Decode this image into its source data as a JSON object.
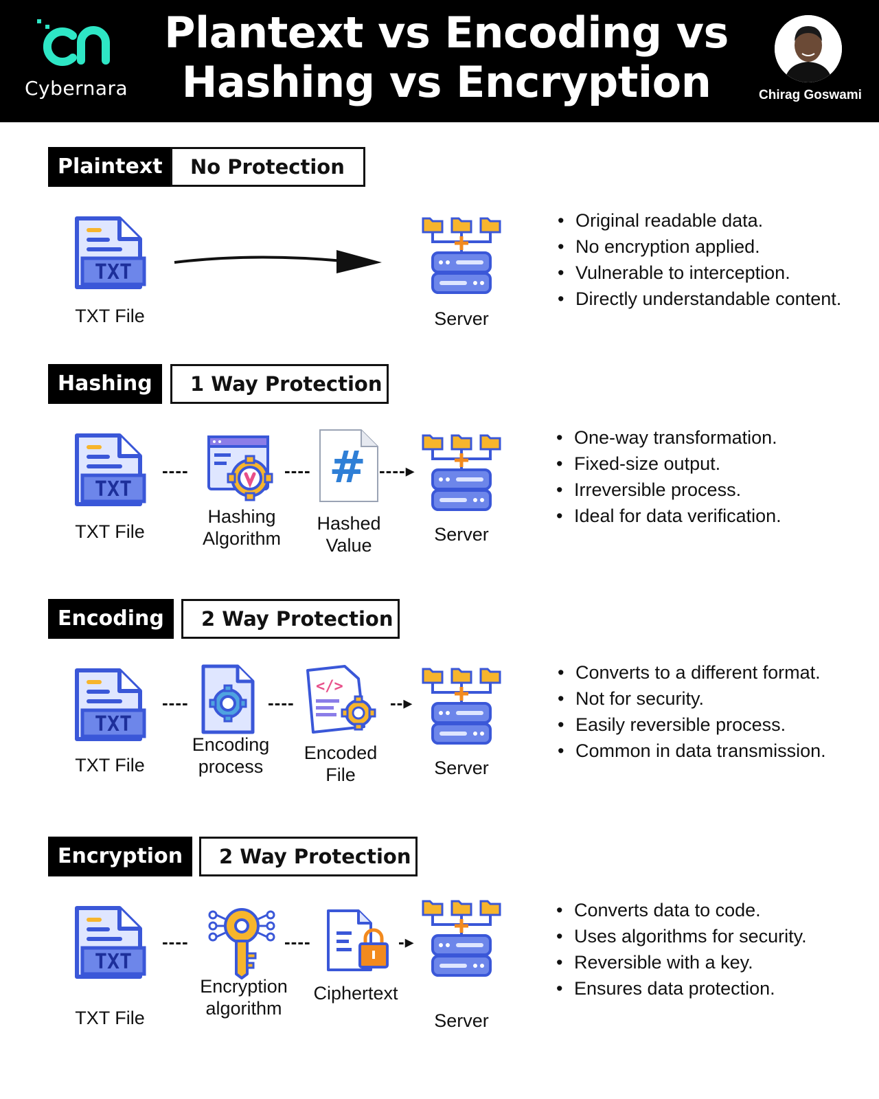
{
  "header": {
    "logo_text": "Cybernara",
    "title_line1": "Plantext vs Encoding vs",
    "title_line2": "Hashing vs Encryption",
    "author": "Chirag Goswami"
  },
  "colors": {
    "header_bg": "#000000",
    "logo_accent": "#2ee6c5",
    "icon_blue": "#3a57d8",
    "icon_yellow": "#f7b52c",
    "icon_orange": "#f28a1e",
    "icon_light": "#dfe6ff"
  },
  "sections": [
    {
      "tag": "Plaintext",
      "protection": "No Protection",
      "nodes": [
        {
          "label": "TXT File",
          "icon": "txt-file-icon"
        },
        {
          "label": "Server",
          "icon": "server-icon"
        }
      ],
      "bullets": [
        "Original readable data.",
        "No encryption applied.",
        "Vulnerable to interception.",
        "Directly understandable content."
      ]
    },
    {
      "tag": "Hashing",
      "protection": "1 Way Protection",
      "nodes": [
        {
          "label": "TXT File",
          "icon": "txt-file-icon"
        },
        {
          "label_line1": "Hashing",
          "label_line2": "Algorithm",
          "icon": "hashing-algorithm-icon"
        },
        {
          "label_line1": "Hashed",
          "label_line2": "Value",
          "icon": "hash-document-icon"
        },
        {
          "label": "Server",
          "icon": "server-icon"
        }
      ],
      "bullets": [
        "One-way transformation.",
        "Fixed-size output.",
        "Irreversible process.",
        "Ideal for data verification."
      ]
    },
    {
      "tag": "Encoding",
      "protection": "2 Way Protection",
      "nodes": [
        {
          "label": "TXT File",
          "icon": "txt-file-icon"
        },
        {
          "label_line1": "Encoding",
          "label_line2": "process",
          "icon": "encoding-process-icon"
        },
        {
          "label_line1": "Encoded",
          "label_line2": "File",
          "icon": "encoded-file-icon"
        },
        {
          "label": "Server",
          "icon": "server-icon"
        }
      ],
      "bullets": [
        "Converts to a different format.",
        "Not for security.",
        "Easily reversible process.",
        "Common in data transmission."
      ]
    },
    {
      "tag": "Encryption",
      "protection": "2 Way Protection",
      "nodes": [
        {
          "label": "TXT File",
          "icon": "txt-file-icon"
        },
        {
          "label_line1": "Encryption",
          "label_line2": "algorithm",
          "icon": "key-icon"
        },
        {
          "label": "Ciphertext",
          "icon": "locked-document-icon"
        },
        {
          "label": "Server",
          "icon": "server-icon"
        }
      ],
      "bullets": [
        "Converts data to code.",
        "Uses algorithms for security.",
        "Reversible with a key.",
        "Ensures data protection."
      ]
    }
  ],
  "txt_icon_text": "TXT",
  "connectors": {
    "dash": "----",
    "dash_arrow": "----▸",
    "short_arrow": "--▸",
    "tiny_arrow": "-▸"
  }
}
